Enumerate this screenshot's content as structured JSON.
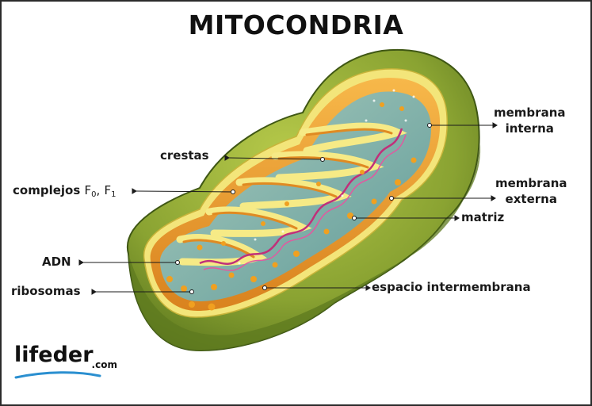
{
  "title": "MITOCONDRIA",
  "labels": {
    "membrana_interna": [
      "membrana",
      "interna"
    ],
    "crestas": "crestas",
    "complejos": {
      "text": "complejos",
      "f0": "F",
      "f0_sub": "0",
      "sep": ",",
      "f1": "F",
      "f1_sub": "1"
    },
    "membrana_externa": [
      "membrana",
      "externa"
    ],
    "matriz": "matriz",
    "adn": "ADN",
    "ribosomas": "ribosomas",
    "espacio_intermembrana": "espacio intermembrana"
  },
  "logo": {
    "name": "lifeder",
    "suffix": ".com"
  },
  "colors": {
    "outer_membrane": "#7e9a2e",
    "outer_dark": "#55701c",
    "inner_membrane": "#f2e46a",
    "intermembrane": "#e89a2a",
    "matrix": "#8fb7ae",
    "dna": "#c0307a",
    "granule": "#f0a020"
  }
}
